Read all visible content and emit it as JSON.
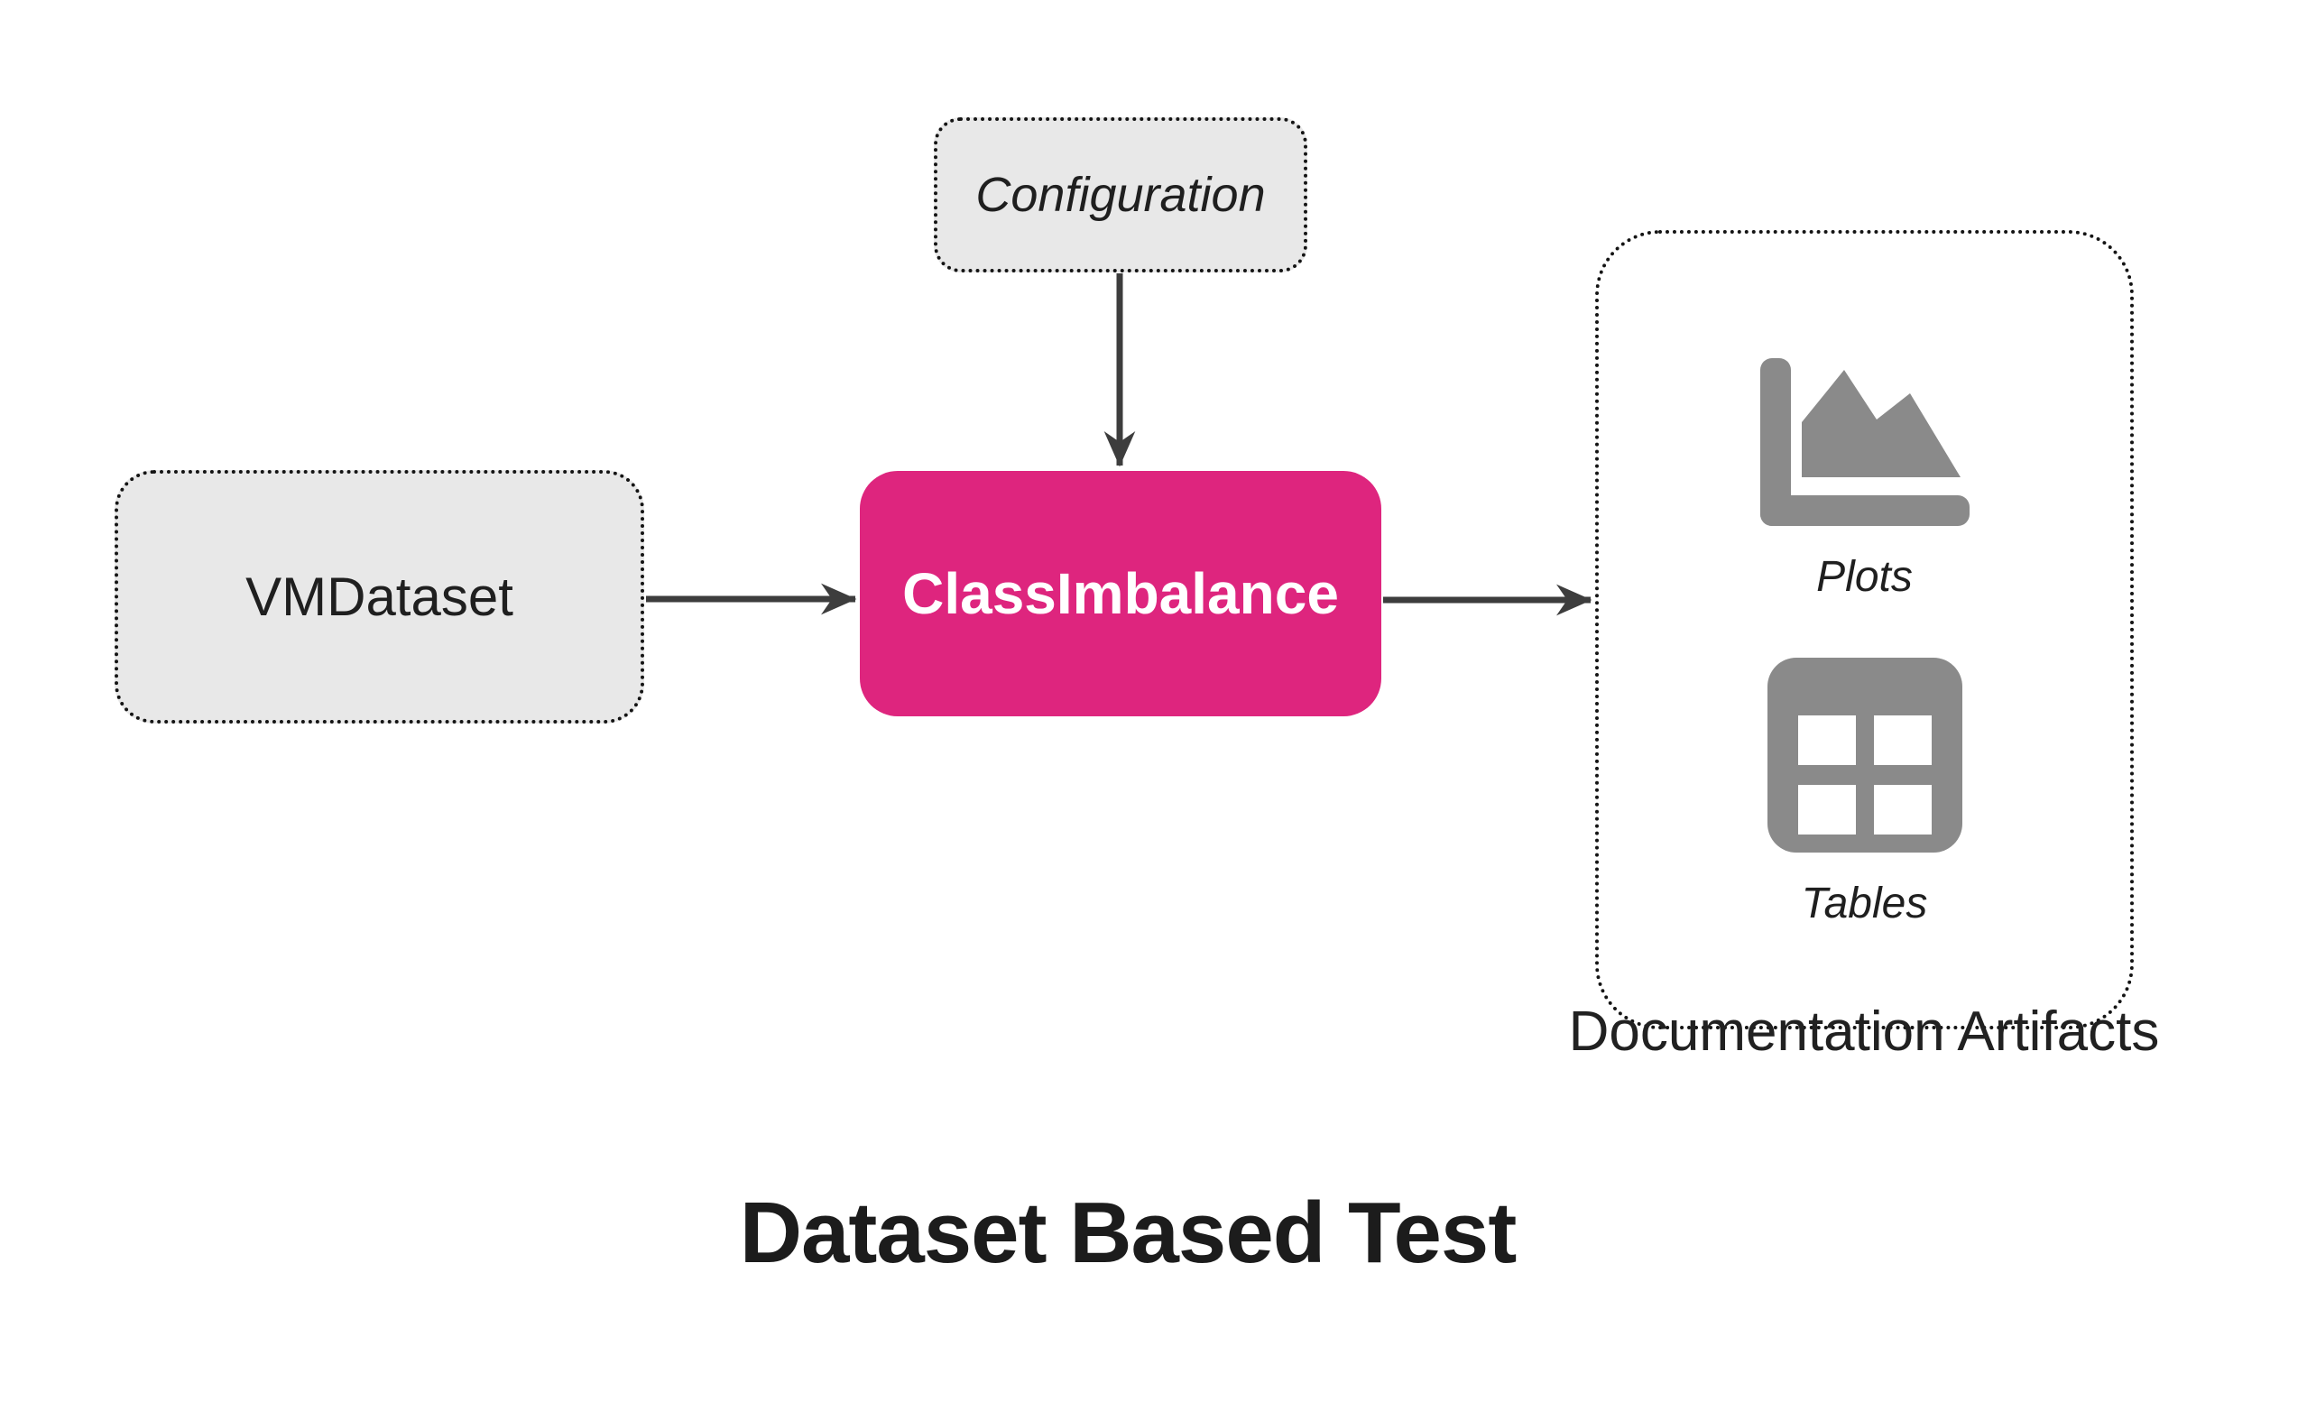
{
  "diagram": {
    "title": "Dataset Based Test",
    "nodes": {
      "configuration": {
        "label": "Configuration"
      },
      "vmdataset": {
        "label": "VMDataset"
      },
      "test": {
        "label": "ClassImbalance"
      },
      "artifacts": {
        "caption": "Documentation Artifacts",
        "items": [
          {
            "icon": "area-chart-icon",
            "label": "Plots"
          },
          {
            "icon": "table-icon",
            "label": "Tables"
          }
        ]
      }
    },
    "edges": [
      {
        "from": "Configuration",
        "to": "ClassImbalance",
        "direction": "down"
      },
      {
        "from": "VMDataset",
        "to": "ClassImbalance",
        "direction": "right"
      },
      {
        "from": "ClassImbalance",
        "to": "Documentation Artifacts",
        "direction": "right"
      }
    ],
    "colors": {
      "node_accent": "#de257e",
      "node_gray": "#e8e8e8",
      "icon_gray": "#8a8a8a",
      "arrow": "#3d3d3d",
      "text_dark": "#1f1f1f",
      "border_dotted": "#141414"
    }
  }
}
